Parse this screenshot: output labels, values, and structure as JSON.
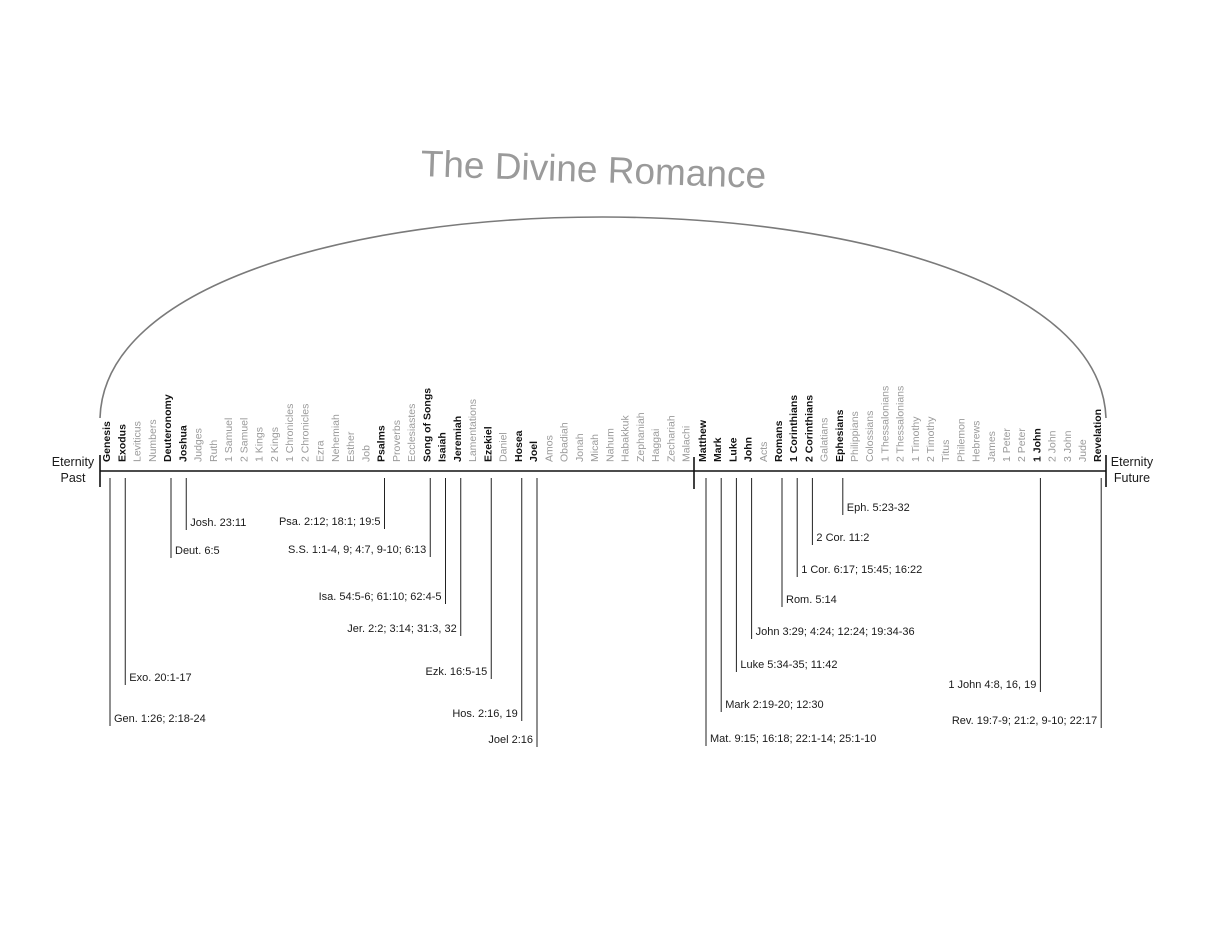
{
  "title": "The Divine Romance",
  "eternity_past": [
    "Eternity",
    "Past"
  ],
  "eternity_future": [
    "Eternity",
    "Future"
  ],
  "colors": {
    "highlight": "#111111",
    "muted": "#9a9a9a",
    "arc": "#7a7a7a",
    "title": "#9a9a9a"
  },
  "old_testament": [
    {
      "name": "Genesis",
      "hl": true
    },
    {
      "name": "Exodus",
      "hl": true
    },
    {
      "name": "Leviticus",
      "hl": false
    },
    {
      "name": "Numbers",
      "hl": false
    },
    {
      "name": "Deuteronomy",
      "hl": true
    },
    {
      "name": "Joshua",
      "hl": true
    },
    {
      "name": "Judges",
      "hl": false
    },
    {
      "name": "Ruth",
      "hl": false
    },
    {
      "name": "1 Samuel",
      "hl": false
    },
    {
      "name": "2 Samuel",
      "hl": false
    },
    {
      "name": "1 Kings",
      "hl": false
    },
    {
      "name": "2 Kings",
      "hl": false
    },
    {
      "name": "1 Chronicles",
      "hl": false
    },
    {
      "name": "2 Chronicles",
      "hl": false
    },
    {
      "name": "Ezra",
      "hl": false
    },
    {
      "name": "Nehemiah",
      "hl": false
    },
    {
      "name": "Esther",
      "hl": false
    },
    {
      "name": "Job",
      "hl": false
    },
    {
      "name": "Psalms",
      "hl": true
    },
    {
      "name": "Proverbs",
      "hl": false
    },
    {
      "name": "Ecclesiastes",
      "hl": false
    },
    {
      "name": "Song of Songs",
      "hl": true
    },
    {
      "name": "Isaiah",
      "hl": true
    },
    {
      "name": "Jeremiah",
      "hl": true
    },
    {
      "name": "Lamentations",
      "hl": false
    },
    {
      "name": "Ezekiel",
      "hl": true
    },
    {
      "name": "Daniel",
      "hl": false
    },
    {
      "name": "Hosea",
      "hl": true
    },
    {
      "name": "Joel",
      "hl": true
    },
    {
      "name": "Amos",
      "hl": false
    },
    {
      "name": "Obadiah",
      "hl": false
    },
    {
      "name": "Jonah",
      "hl": false
    },
    {
      "name": "Micah",
      "hl": false
    },
    {
      "name": "Nahum",
      "hl": false
    },
    {
      "name": "Habakkuk",
      "hl": false
    },
    {
      "name": "Zephaniah",
      "hl": false
    },
    {
      "name": "Haggai",
      "hl": false
    },
    {
      "name": "Zechariah",
      "hl": false
    },
    {
      "name": "Malachi",
      "hl": false
    }
  ],
  "new_testament": [
    {
      "name": "Matthew",
      "hl": true
    },
    {
      "name": "Mark",
      "hl": true
    },
    {
      "name": "Luke",
      "hl": true
    },
    {
      "name": "John",
      "hl": true
    },
    {
      "name": "Acts",
      "hl": false
    },
    {
      "name": "Romans",
      "hl": true
    },
    {
      "name": "1 Corinthians",
      "hl": true
    },
    {
      "name": "2 Corinthians",
      "hl": true
    },
    {
      "name": "Galatians",
      "hl": false
    },
    {
      "name": "Ephesians",
      "hl": true
    },
    {
      "name": "Philippians",
      "hl": false
    },
    {
      "name": "Colossians",
      "hl": false
    },
    {
      "name": "1 Thessalonians",
      "hl": false
    },
    {
      "name": "2 Thessalonians",
      "hl": false
    },
    {
      "name": "1 Timothy",
      "hl": false
    },
    {
      "name": "2 Timothy",
      "hl": false
    },
    {
      "name": "Titus",
      "hl": false
    },
    {
      "name": "Philemon",
      "hl": false
    },
    {
      "name": "Hebrews",
      "hl": false
    },
    {
      "name": "James",
      "hl": false
    },
    {
      "name": "1 Peter",
      "hl": false
    },
    {
      "name": "2 Peter",
      "hl": false
    },
    {
      "name": "1 John",
      "hl": true
    },
    {
      "name": "2 John",
      "hl": false
    },
    {
      "name": "3 John",
      "hl": false
    },
    {
      "name": "Jude",
      "hl": false
    },
    {
      "name": "Revelation",
      "hl": true
    }
  ],
  "ot_references": [
    {
      "book": "Genesis",
      "text": "Gen. 1:26; 2:18-24",
      "side": "right"
    },
    {
      "book": "Exodus",
      "text": "Exo. 20:1-17",
      "side": "right"
    },
    {
      "book": "Deuteronomy",
      "text": "Deut. 6:5",
      "side": "right"
    },
    {
      "book": "Joshua",
      "text": "Josh. 23:11",
      "side": "right"
    },
    {
      "book": "Psalms",
      "text": "Psa. 2:12; 18:1; 19:5",
      "side": "left"
    },
    {
      "book": "Song of Songs",
      "text": "S.S. 1:1-4, 9; 4:7, 9-10; 6:13",
      "side": "left"
    },
    {
      "book": "Isaiah",
      "text": "Isa. 54:5-6; 61:10; 62:4-5",
      "side": "left"
    },
    {
      "book": "Jeremiah",
      "text": "Jer. 2:2;  3:14; 31:3, 32",
      "side": "left"
    },
    {
      "book": "Ezekiel",
      "text": "Ezk. 16:5-15",
      "side": "left"
    },
    {
      "book": "Hosea",
      "text": "Hos. 2:16, 19",
      "side": "left"
    },
    {
      "book": "Joel",
      "text": "Joel 2:16",
      "side": "left"
    }
  ],
  "nt_references": [
    {
      "book": "Matthew",
      "text": "Mat. 9:15; 16:18; 22:1-14; 25:1-10",
      "side": "right"
    },
    {
      "book": "Mark",
      "text": "Mark 2:19-20; 12:30",
      "side": "right"
    },
    {
      "book": "Luke",
      "text": "Luke 5:34-35; 11:42",
      "side": "right"
    },
    {
      "book": "John",
      "text": "John 3:29; 4:24; 12:24; 19:34-36",
      "side": "right"
    },
    {
      "book": "Romans",
      "text": "Rom. 5:14",
      "side": "right"
    },
    {
      "book": "1 Corinthians",
      "text": "1 Cor. 6:17; 15:45; 16:22",
      "side": "right"
    },
    {
      "book": "2 Corinthians",
      "text": "2 Cor. 11:2",
      "side": "right"
    },
    {
      "book": "Ephesians",
      "text": "Eph. 5:23-32",
      "side": "right"
    },
    {
      "book": "1 John",
      "text": "1 John 4:8, 16, 19",
      "side": "left"
    },
    {
      "book": "Revelation",
      "text": "Rev. 19:7-9; 21:2, 9-10; 22:17",
      "side": "left"
    }
  ]
}
